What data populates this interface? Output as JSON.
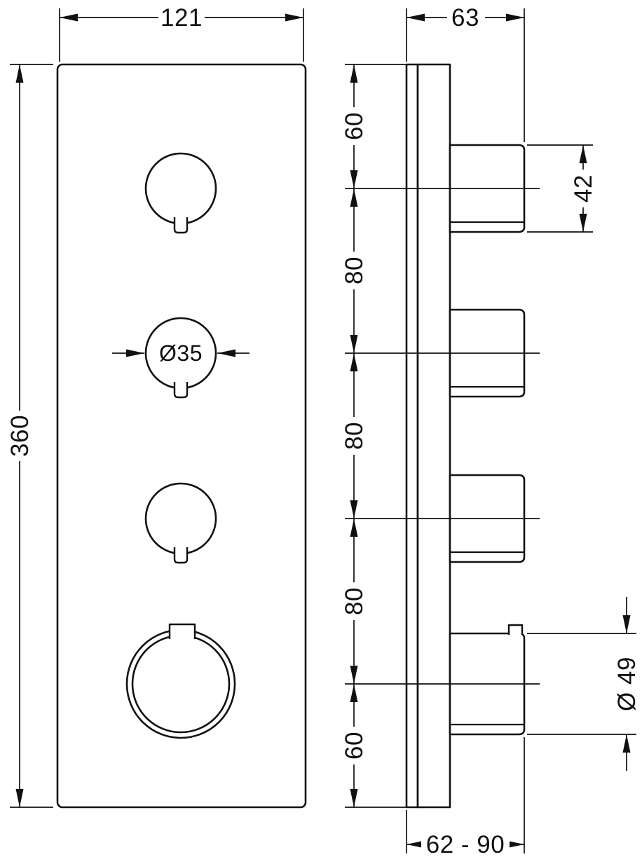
{
  "drawing": {
    "front": {
      "width": "121",
      "height": "360",
      "knob_diameter": "Ø35"
    },
    "side": {
      "depth": "63",
      "handle_height": "42",
      "spacing_top": "60",
      "spacing_upper": "80",
      "spacing_middle": "80",
      "spacing_lower": "80",
      "spacing_bottom": "60",
      "thermostat_diameter": "Ø 49",
      "installation_depth": "62 - 90"
    }
  }
}
